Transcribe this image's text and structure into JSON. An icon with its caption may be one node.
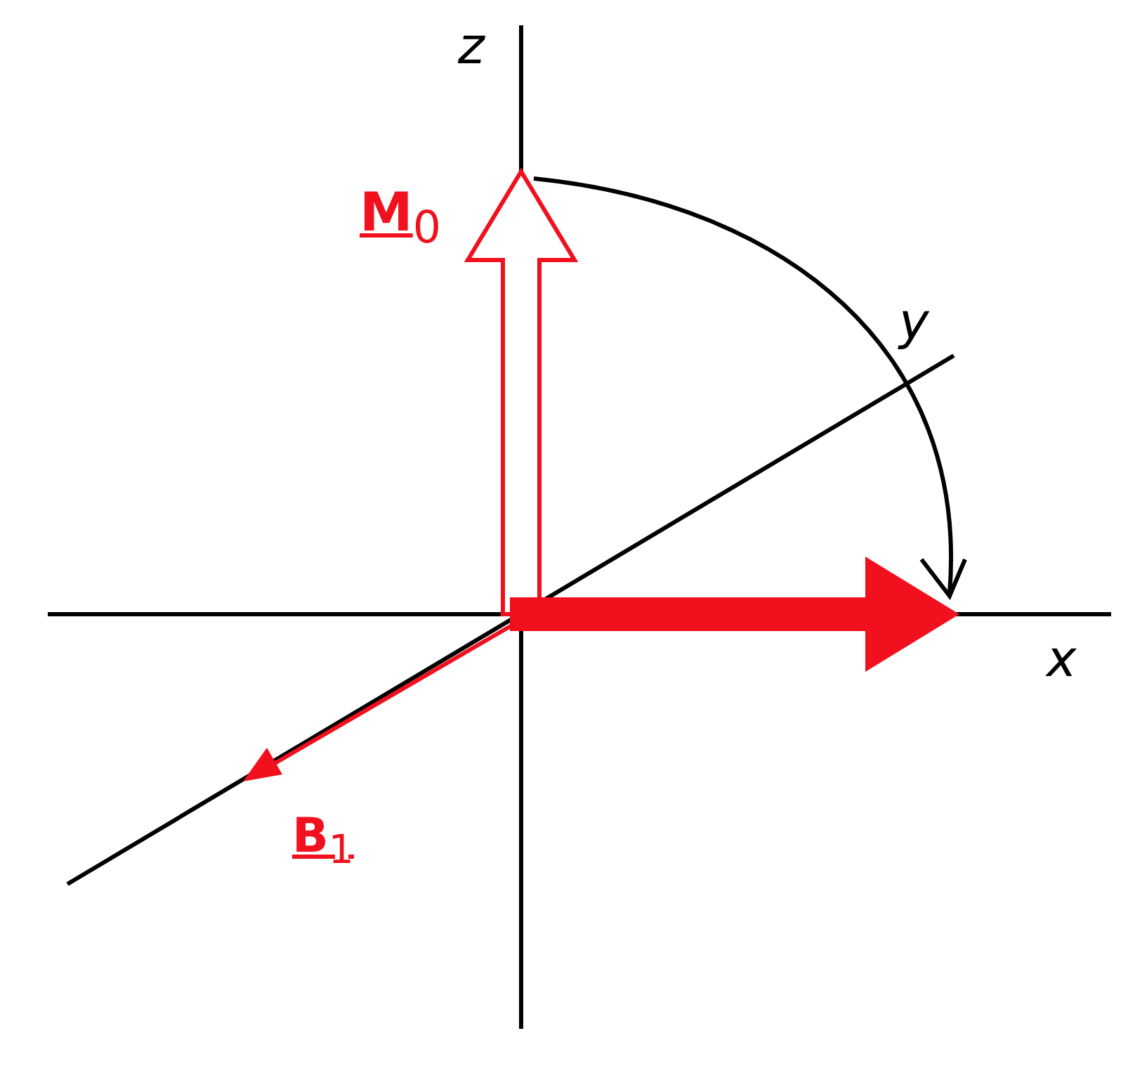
{
  "diagram": {
    "labels": [
      "z",
      "**M**$_{0}$",
      "y",
      "x",
      "**B**$_{1}$"
    ]
  }
}
